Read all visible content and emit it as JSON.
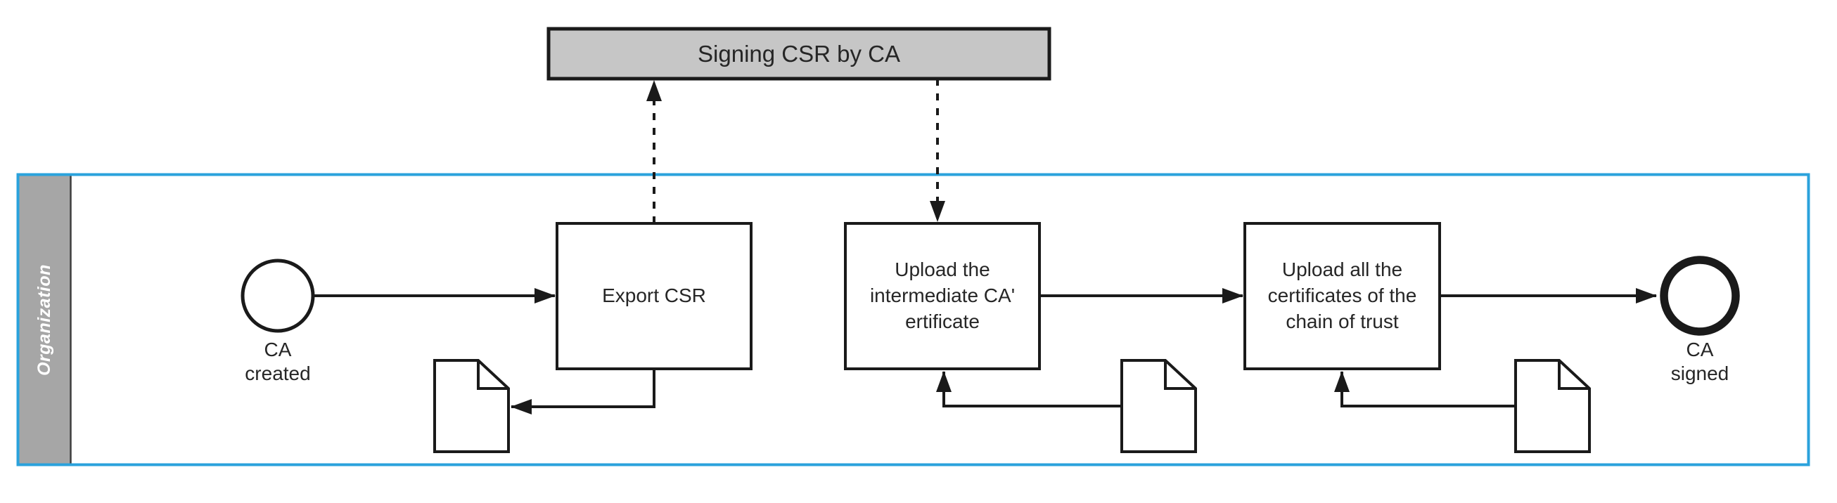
{
  "diagram": {
    "type": "bpmn-process",
    "title_box": {
      "label": "Signing CSR by CA"
    },
    "lane": {
      "label": "Organization"
    },
    "nodes": {
      "start_event": {
        "kind": "start-event",
        "label": "CA\ncreated"
      },
      "task_export_csr": {
        "kind": "task",
        "label": "Export CSR"
      },
      "task_upload_intermediate": {
        "kind": "task",
        "label": "Upload the\nintermediate CA'\nertificate"
      },
      "task_upload_chain": {
        "kind": "task",
        "label": "Upload all the\ncertificates of the\nchain of trust"
      },
      "end_event": {
        "kind": "end-event",
        "label": "CA\nsigned"
      },
      "documents": [
        "document-export-csr",
        "document-intermediate-cert",
        "document-chain-certs"
      ]
    },
    "flows": {
      "sequence": [
        "CA created -> Export CSR",
        "Upload the intermediate CA' ertificate -> Upload all the certificates of the chain of trust",
        "Upload all the certificates of the chain of trust -> CA signed"
      ],
      "message_dashed": [
        "Export CSR -> Signing CSR by CA",
        "Signing CSR by CA -> Upload the intermediate CA' ertificate"
      ],
      "data": [
        "Export CSR -> document",
        "document -> Upload the intermediate CA' ertificate",
        "document -> Upload all the certificates of the chain of trust"
      ]
    },
    "colors": {
      "background": "#ffffff",
      "line": "#1a1a1a",
      "text": "#262626",
      "lane_border": "#2aa2dc",
      "lane_header_fill": "#a6a6a6",
      "title_box_fill": "#c6c6c6"
    }
  }
}
